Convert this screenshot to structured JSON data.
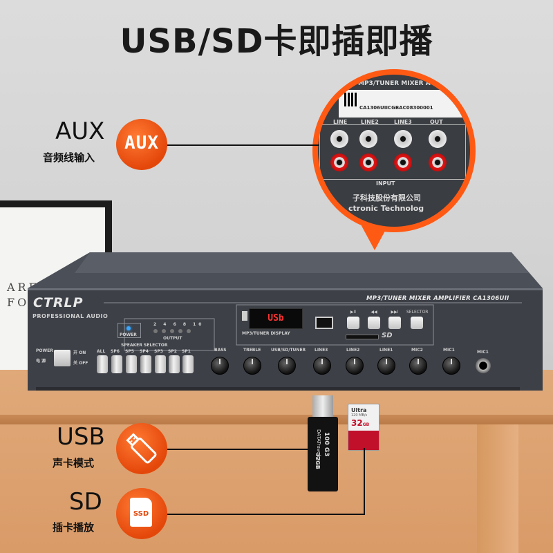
{
  "title": "USB/SD卡即插即播",
  "callouts": {
    "aux": {
      "label_en": "AUX",
      "label_cn": "音频线输入",
      "icon_text": "AUX",
      "icon": "aux-display-icon"
    },
    "usb": {
      "label_en": "USB",
      "label_cn": "声卡模式",
      "icon": "usb-drive-icon"
    },
    "sd": {
      "label_en": "SD",
      "label_cn": "插卡播放",
      "icon_text": "SSD",
      "icon": "sd-card-icon"
    }
  },
  "frame_text": [
    "ARE",
    "FO"
  ],
  "amplifier": {
    "brand": "CTRLP",
    "brand_sub": "PROFESSIONAL AUDIO",
    "model": "MP3/TUNER MIXER AMPLIFIER  CA1306UII",
    "display_text": "USb",
    "display_label": "MP3/TUNER DISPLAY",
    "power_label": "POWER",
    "power_on": "ON",
    "power_off": "OFF",
    "power_cn": "电  源",
    "power_on_cn": "开",
    "power_off_cn": "关",
    "led_power_label": "POWER",
    "output_label": "OUTPUT",
    "output_levels": [
      "2",
      "4",
      "6",
      "8",
      "10"
    ],
    "speaker_selector_label": "SPEAKER SELECTOR",
    "speaker_buttons": [
      "ALL",
      "SP6",
      "SP5",
      "SP4",
      "SP3",
      "SP2",
      "SP1"
    ],
    "knobs": [
      "BASS",
      "TREBLE",
      "USB/SD/TUNER",
      "LINE3",
      "LINE2",
      "LINE1",
      "MIC2",
      "MIC1"
    ],
    "mic_jack_label": "MIC1",
    "transport": [
      "▶II",
      "◀◀",
      "▶▶I",
      "SELECTOR"
    ],
    "sd_logo": "SD"
  },
  "zoom": {
    "header": "MP3/TUNER MIXER A",
    "serial": "CA1306UIICGBAC08300001",
    "ports": [
      "LINE",
      "LINE2",
      "LINE3",
      "OUT"
    ],
    "input_label": "INPUT",
    "company_cn": "子科技股份有限公司",
    "company_en": "ctronic Technolog"
  },
  "usb_stick_text": [
    "DATATraveler",
    "100 G3",
    "32GB"
  ],
  "sd_card_text": {
    "brand": "Ultra",
    "speed": "120 MB/s",
    "capacity": "32",
    "unit": "GB"
  },
  "colors": {
    "accent": "#ff5a14",
    "panel": "#3d4047",
    "display_red": "#ff3333"
  }
}
